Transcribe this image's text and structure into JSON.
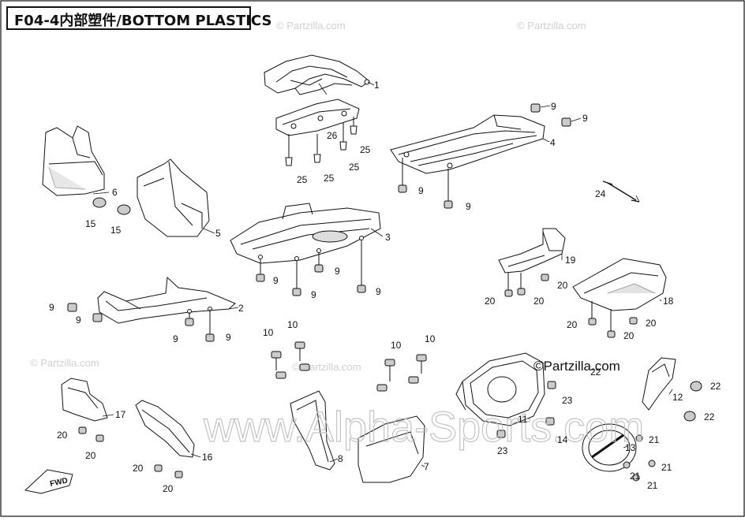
{
  "diagram": {
    "title": "F04-4内部塑件/BOTTOM PLASTICS",
    "watermark_main": "www.Alpha-Sports.com",
    "watermark_small": "© Partzilla.com",
    "brand_label": "©Partzilla.com",
    "fwd_label": "FWD",
    "callouts": [
      "1",
      "2",
      "3",
      "4",
      "5",
      "6",
      "7",
      "8",
      "9",
      "10",
      "11",
      "12",
      "13",
      "14",
      "15",
      "16",
      "17",
      "18",
      "19",
      "20",
      "21",
      "22",
      "23",
      "24",
      "25",
      "26"
    ],
    "colors": {
      "line": "#111111",
      "part_fill": "#ffffff",
      "part_shade": "#c9c9c9",
      "watermark": "#d8d8d8"
    }
  }
}
